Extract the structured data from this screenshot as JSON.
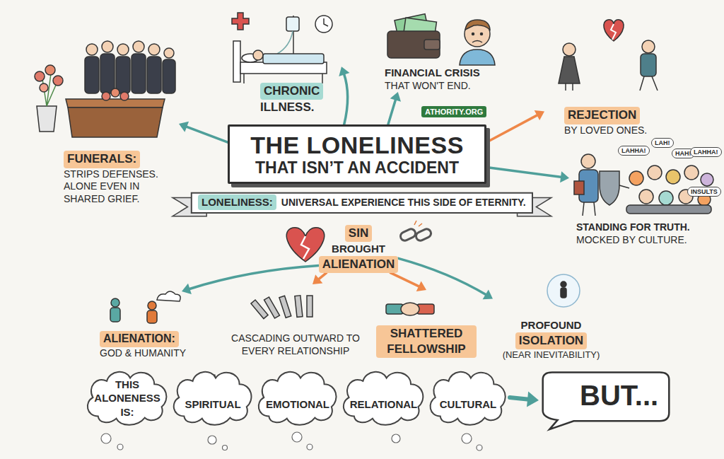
{
  "diagram": {
    "nodes": [
      {
        "text": [
          "THE LONELINESS",
          "THAT ISN’T AN ACCIDENT"
        ]
      },
      {
        "text": [
          "FUNERALS:",
          "STRIPS DEFENSES. ALONE EVEN IN SHARED GRIEF."
        ]
      },
      {
        "text": [
          "CHRONIC",
          "ILLNESS."
        ]
      },
      {
        "text": [
          "FINANCIAL CRISIS",
          "THAT WON'T END."
        ]
      },
      {
        "text": [
          "REJECTION",
          "BY LOVED ONES."
        ]
      },
      {
        "text": [
          "STANDING FOR TRUTH.",
          "MOCKED BY CULTURE."
        ]
      },
      {
        "text": [
          "LONELINESS:",
          "UNIVERSAL EXPERIENCE THIS SIDE OF ETERNITY."
        ]
      },
      {
        "text": [
          "SIN",
          "BROUGHT",
          "ALIENATION"
        ]
      },
      {
        "text": [
          "ALIENATION:",
          "GOD & HUMANITY"
        ]
      },
      {
        "text": [
          "CASCADING OUTWARD TO EVERY RELATIONSHIP"
        ]
      },
      {
        "text": [
          "SHATTERED FELLOWSHIP"
        ]
      },
      {
        "text": [
          "PROFOUND",
          "ISOLATION",
          "(NEAR INEVITABILITY)"
        ]
      },
      {
        "text": [
          "THIS ALONENESS IS:"
        ]
      },
      {
        "text": [
          "SPIRITUAL"
        ]
      },
      {
        "text": [
          "EMOTIONAL"
        ]
      },
      {
        "text": [
          "RELATIONAL"
        ]
      },
      {
        "text": [
          "CULTURAL"
        ]
      },
      {
        "text": [
          "BUT..."
        ]
      }
    ],
    "edges": [
      {
        "from": 0,
        "to": 1,
        "arrow": "to"
      },
      {
        "from": 0,
        "to": 2,
        "arrow": "to"
      },
      {
        "from": 0,
        "to": 3,
        "arrow": "to"
      },
      {
        "from": 0,
        "to": 4,
        "arrow": "to"
      },
      {
        "from": 0,
        "to": 5,
        "arrow": "to"
      },
      {
        "from": 7,
        "to": 8,
        "arrow": "to"
      },
      {
        "from": 7,
        "to": 9,
        "arrow": "to"
      },
      {
        "from": 7,
        "to": 10,
        "arrow": "to"
      },
      {
        "from": 7,
        "to": 11,
        "arrow": "to"
      },
      {
        "from": 16,
        "to": 17,
        "arrow": "to"
      }
    ],
    "labels": [
      "ATHORITY.ORG",
      "LAHHA!",
      "LAH!",
      "HAH!",
      "LAHHA!",
      "INSULTS"
    ]
  }
}
